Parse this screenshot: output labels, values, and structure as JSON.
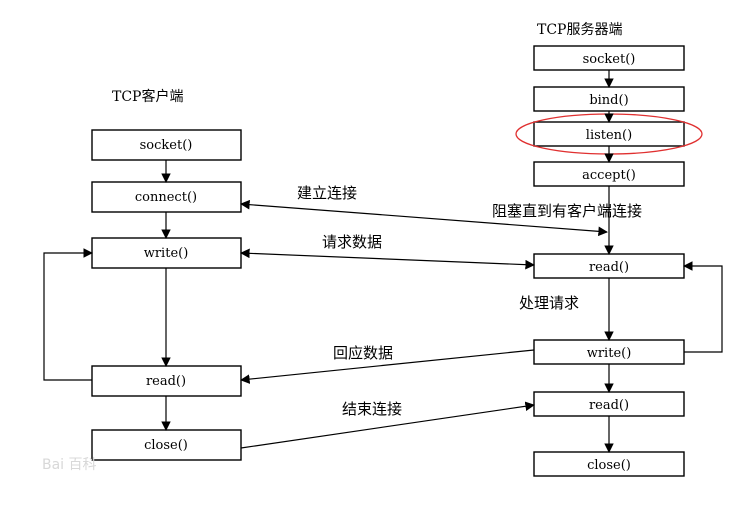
{
  "client": {
    "title": "TCP客户端",
    "socket": "socket()",
    "connect": "connect()",
    "write": "write()",
    "read": "read()",
    "close": "close()"
  },
  "server": {
    "title": "TCP服务器端",
    "socket": "socket()",
    "bind": "bind()",
    "listen": "listen()",
    "accept": "accept()",
    "read1": "read()",
    "write": "write()",
    "read2": "read()",
    "close": "close()"
  },
  "labels": {
    "establish": "建立连接",
    "blocking": "阻塞直到有客户端连接",
    "request": "请求数据",
    "process": "处理请求",
    "response": "回应数据",
    "end": "结束连接"
  },
  "highlight": {
    "color": "#e03030",
    "target": "listen()"
  },
  "watermark": "Bai 百科"
}
